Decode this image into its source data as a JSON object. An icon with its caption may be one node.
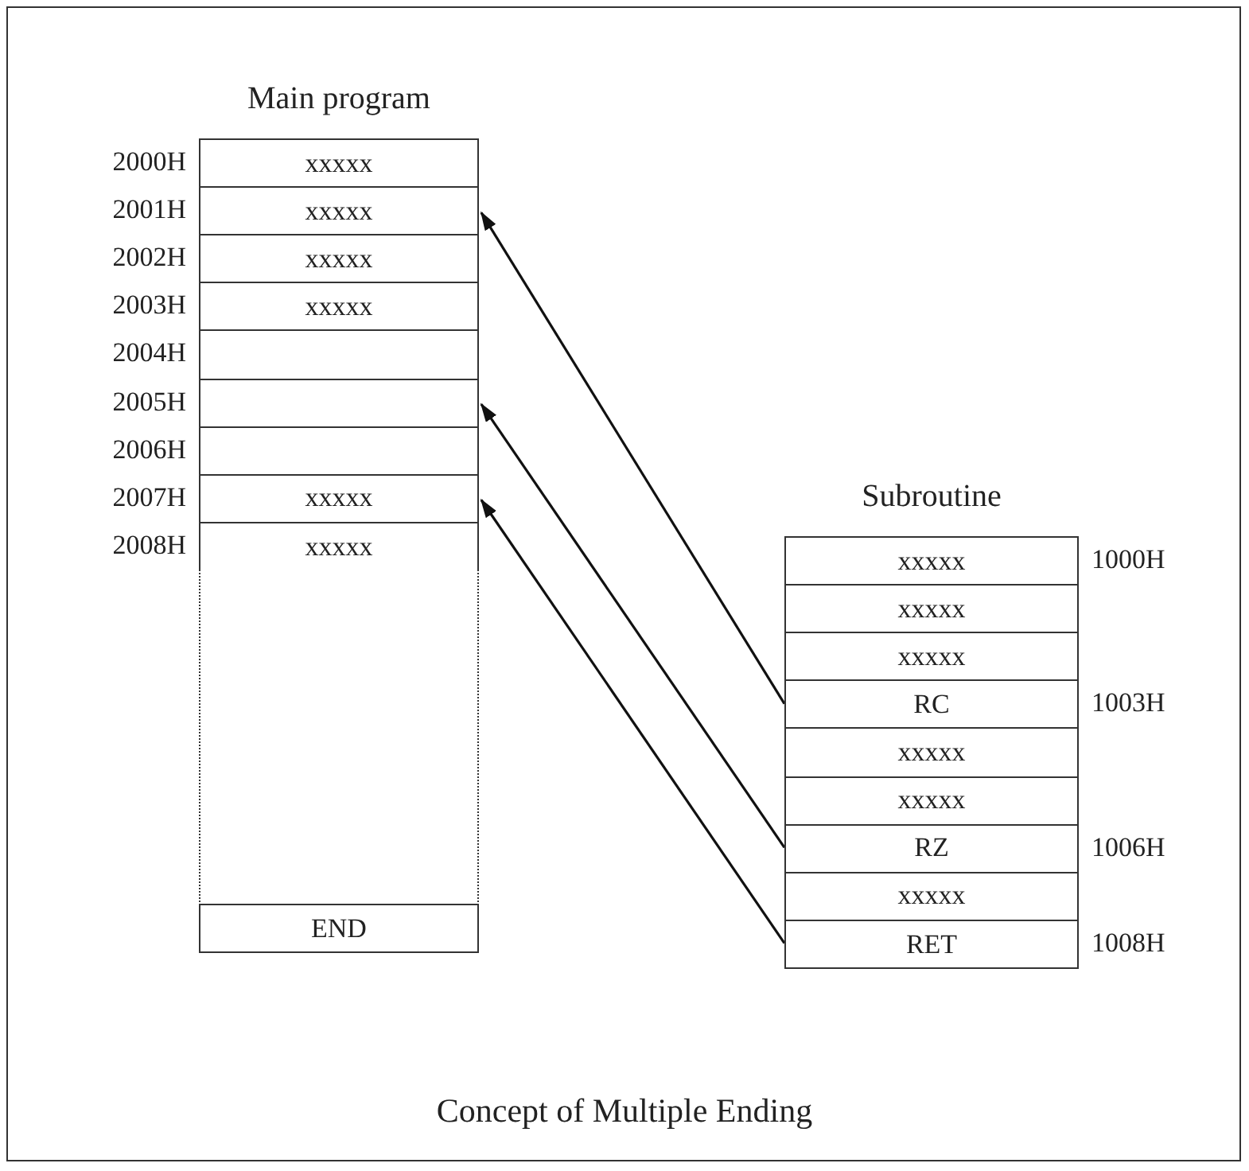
{
  "diagram": {
    "caption": "Concept of Multiple Ending",
    "nodes": [
      {
        "text": [
          "Main program"
        ]
      },
      {
        "text": [
          "xxxxx"
        ],
        "in": 0,
        "beside": [
          "2000H"
        ]
      },
      {
        "text": [
          "xxxxx"
        ],
        "in": 0,
        "beside": [
          "2001H"
        ]
      },
      {
        "text": [
          "xxxxx"
        ],
        "in": 0,
        "beside": [
          "2002H"
        ]
      },
      {
        "text": [
          "xxxxx"
        ],
        "in": 0,
        "beside": [
          "2003H"
        ]
      },
      {
        "text": [],
        "shape": "box",
        "in": 0,
        "beside": [
          "2004H"
        ]
      },
      {
        "text": [],
        "shape": "box",
        "in": 0,
        "beside": [
          "2005H"
        ]
      },
      {
        "text": [],
        "shape": "box",
        "in": 0,
        "beside": [
          "2006H"
        ]
      },
      {
        "text": [
          "xxxxx"
        ],
        "in": 0,
        "beside": [
          "2007H"
        ]
      },
      {
        "text": [
          "xxxxx"
        ],
        "in": 0,
        "beside": [
          "2008H"
        ]
      },
      {
        "text": [],
        "shape": "box",
        "in": 0
      },
      {
        "text": [
          "END"
        ],
        "in": 0
      },
      {
        "text": [
          "Subroutine"
        ]
      },
      {
        "text": [
          "xxxxx"
        ],
        "in": 12,
        "beside": [
          "1000H"
        ]
      },
      {
        "text": [
          "xxxxx"
        ],
        "in": 12
      },
      {
        "text": [
          "xxxxx"
        ],
        "in": 12
      },
      {
        "text": [
          "RC"
        ],
        "in": 12,
        "beside": [
          "1003H"
        ]
      },
      {
        "text": [
          "xxxxx"
        ],
        "in": 12
      },
      {
        "text": [
          "xxxxx"
        ],
        "in": 12
      },
      {
        "text": [
          "RZ"
        ],
        "in": 12,
        "beside": [
          "1006H"
        ]
      },
      {
        "text": [
          "xxxxx"
        ],
        "in": 12
      },
      {
        "text": [
          "RET"
        ],
        "in": 12,
        "beside": [
          "1008H"
        ]
      }
    ],
    "edges": [
      {
        "from": 16,
        "to": 2,
        "arrow": "to"
      },
      {
        "from": 19,
        "to": 6,
        "arrow": "to"
      },
      {
        "from": 21,
        "to": 8,
        "arrow": "to"
      }
    ]
  }
}
